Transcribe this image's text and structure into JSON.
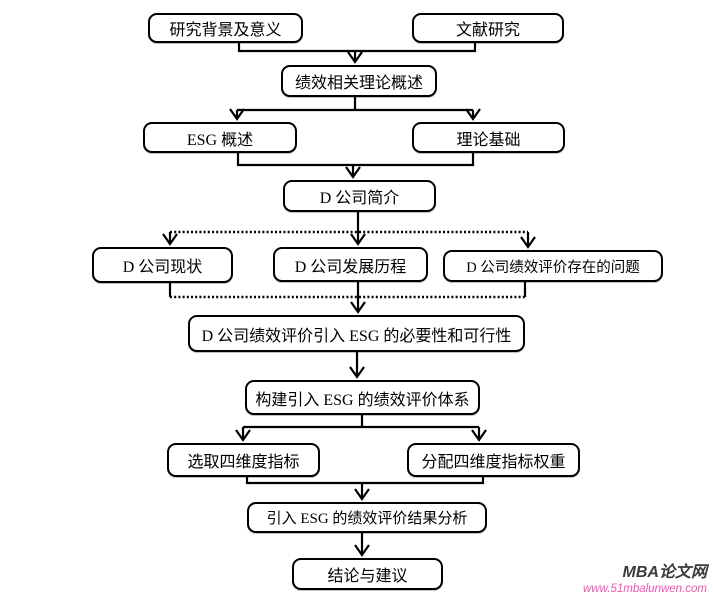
{
  "diagram": {
    "title": "thesis-structure-flowchart",
    "line_color": "#000000",
    "box_background": "#ffffff",
    "nodes": [
      {
        "id": "research-background",
        "label": "研究背景及意义"
      },
      {
        "id": "literature-research",
        "label": "文献研究"
      },
      {
        "id": "performance-theory-overview",
        "label": "绩效相关理论概述"
      },
      {
        "id": "esg-overview",
        "label": "ESG 概述"
      },
      {
        "id": "theoretical-basis",
        "label": "理论基础"
      },
      {
        "id": "company-d-intro",
        "label": "D 公司简介"
      },
      {
        "id": "company-d-status",
        "label": "D 公司现状"
      },
      {
        "id": "company-d-history",
        "label": "D 公司发展历程"
      },
      {
        "id": "company-d-problems",
        "label": "D 公司绩效评价存在的问题"
      },
      {
        "id": "necessity-feasibility",
        "label": "D 公司绩效评价引入 ESG 的必要性和可行性"
      },
      {
        "id": "build-esg-system",
        "label": "构建引入 ESG 的绩效评价体系"
      },
      {
        "id": "select-indicators",
        "label": "选取四维度指标"
      },
      {
        "id": "assign-weights",
        "label": "分配四维度指标权重"
      },
      {
        "id": "result-analysis",
        "label": "引入 ESG 的绩效评价结果分析"
      },
      {
        "id": "conclusion-suggestions",
        "label": "结论与建议"
      }
    ],
    "edges_note": "solid elbow connectors; branch/merge around company-D row drawn dotted"
  },
  "watermark": {
    "site_name": "MBA论文网",
    "site_url": "www.51mbalunwen.com",
    "name_color": "#3a3a3a",
    "url_color": "#ee55b2"
  }
}
